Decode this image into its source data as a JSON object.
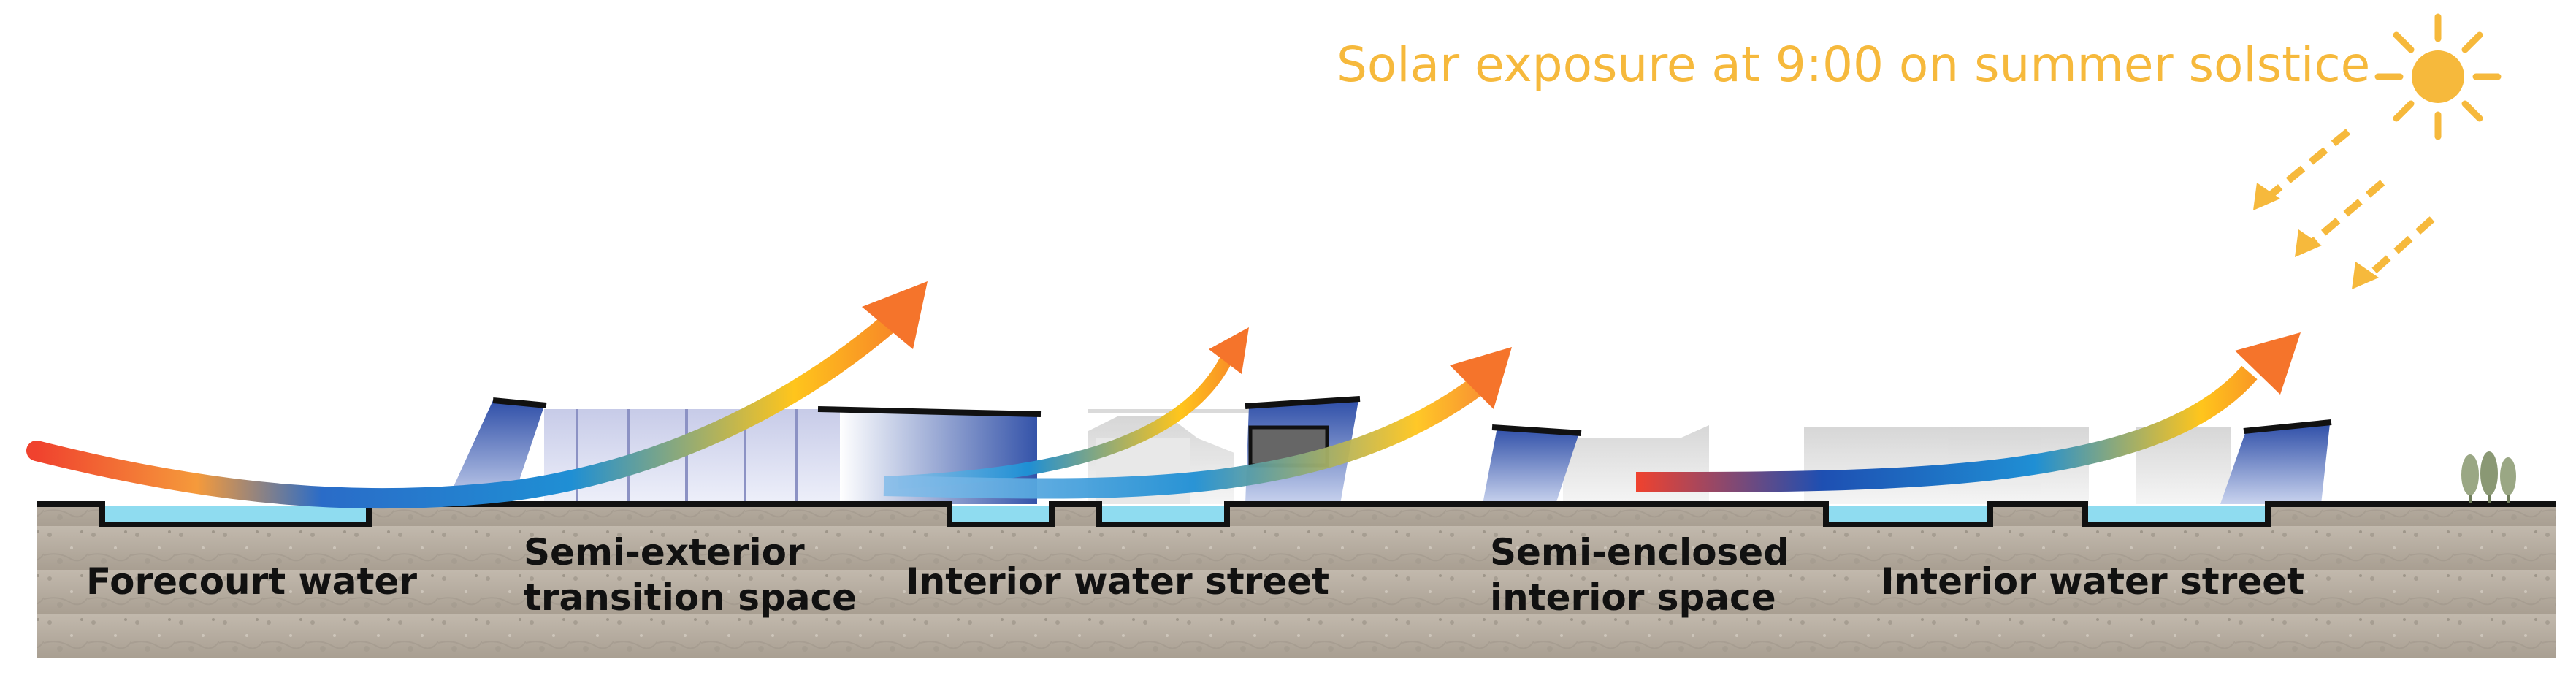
{
  "title": "Solar exposure at 9:00 on summer solstice",
  "labels": {
    "forecourt_water": "Forecourt water",
    "semi_exterior_1": "Semi-exterior",
    "semi_exterior_2": "transition space",
    "interior_street_1": "Interior water street",
    "semi_enclosed_1": "Semi-enclosed",
    "semi_enclosed_2": "interior space",
    "interior_street_2": "Interior water street"
  },
  "colors": {
    "sun": "#f6b93c",
    "sun_arrows": "#f6b93c",
    "airflow_warm": "#f0422e",
    "airflow_mid": "#ffc51c",
    "airflow_cool": "#1f8fd4",
    "water": "#8fdcf0",
    "ground": "#b9b0a3",
    "building_blue": "#3e5fb0",
    "building_grey": "#d6d6d6"
  },
  "icons": [
    "sun-icon",
    "sunray-arrow-icon",
    "airflow-arrow-icon",
    "tree-icon"
  ]
}
